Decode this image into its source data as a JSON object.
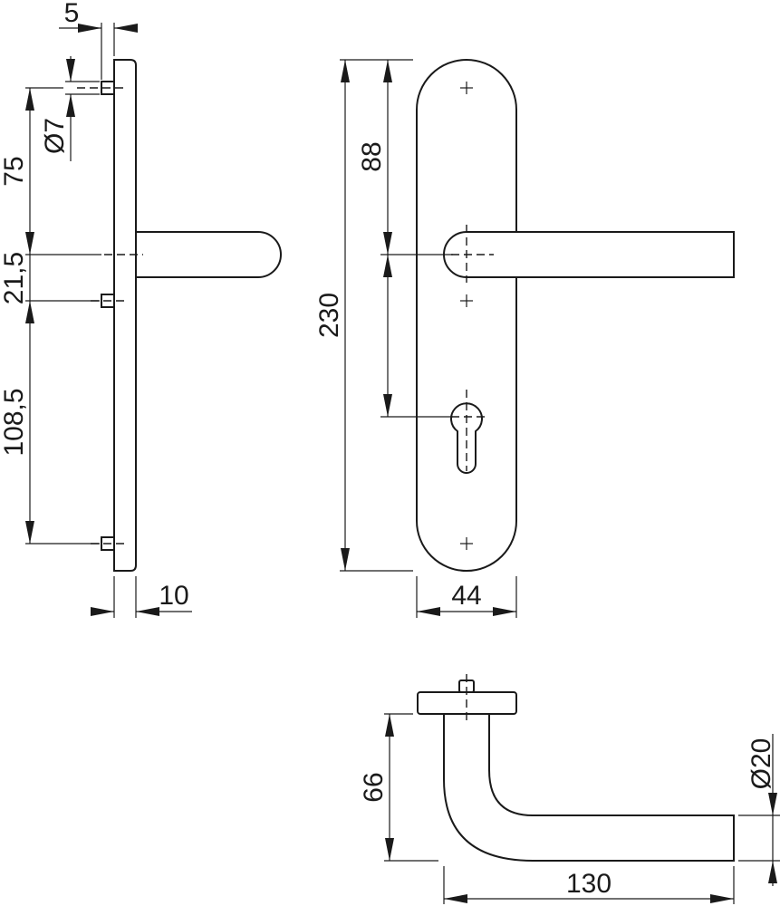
{
  "title": "Door handle on long plate - technical drawing",
  "dimensions": {
    "pin_offset": "5",
    "pin_diameter": "Ø7",
    "upper_pin_to_handle": "75",
    "handle_to_middle_pin": "21,5",
    "middle_to_lower_pin": "108,5",
    "plate_thickness": "10",
    "plate_height": "230",
    "top_to_handle": "88",
    "plate_width": "44",
    "handle_height": "66",
    "handle_length": "130",
    "handle_diameter": "Ø20"
  },
  "colors": {
    "line": "#1a1a1a",
    "background": "#ffffff"
  }
}
